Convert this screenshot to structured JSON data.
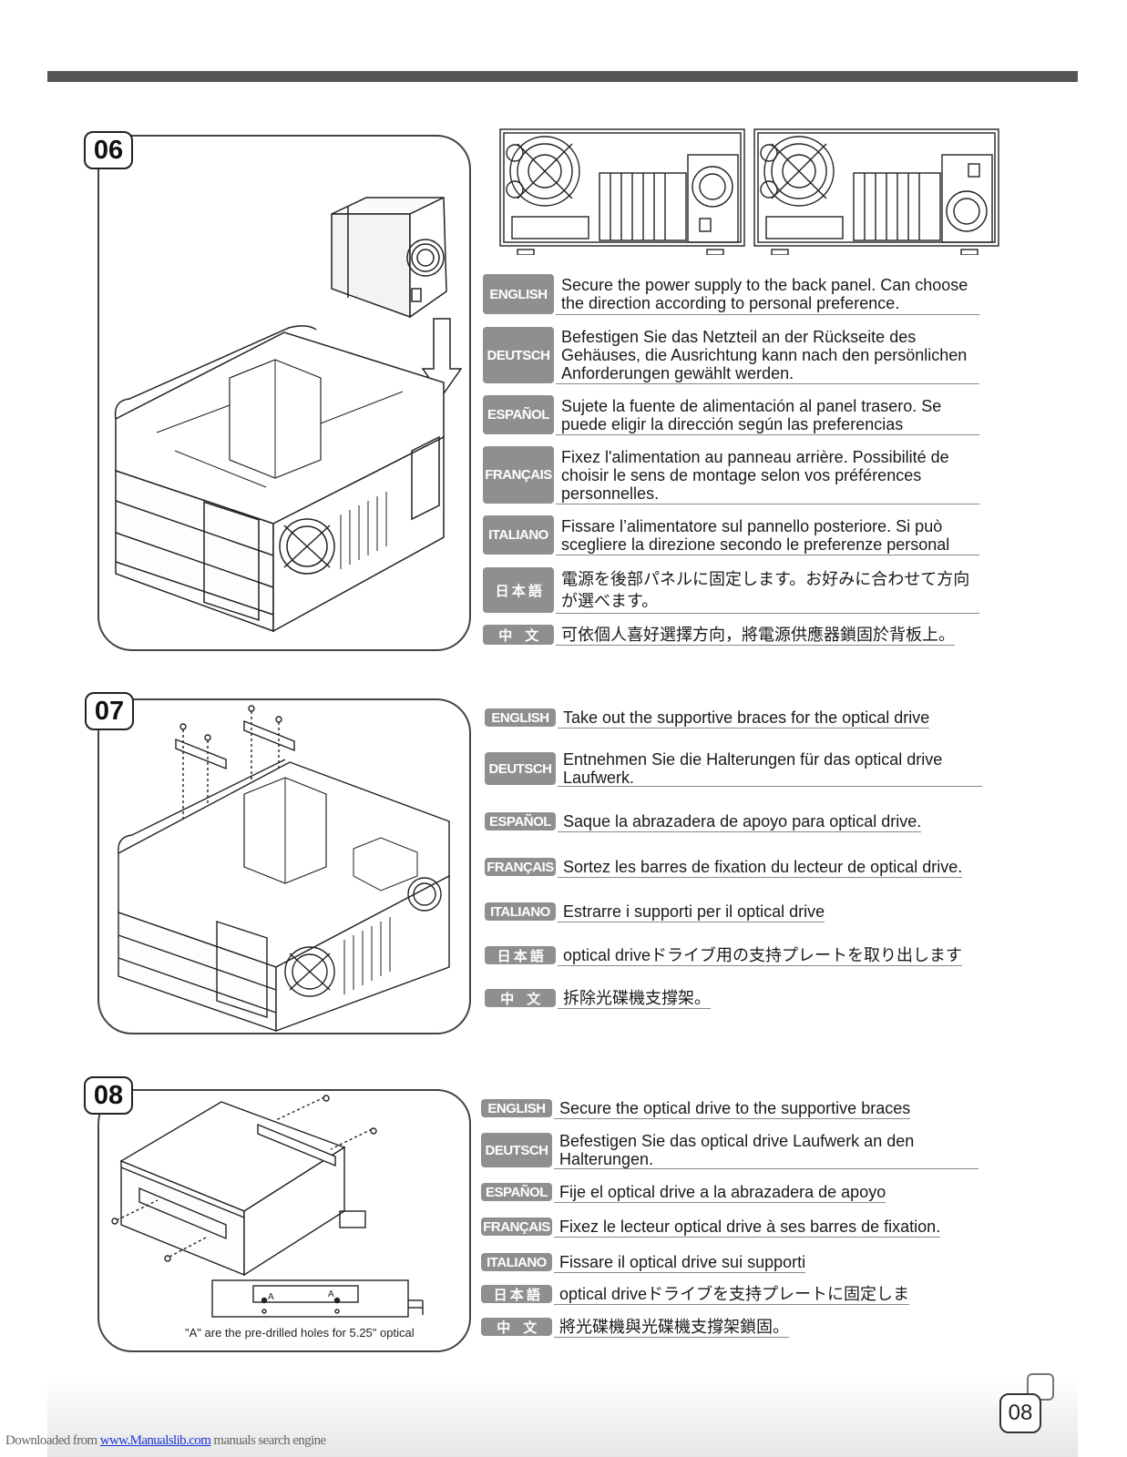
{
  "steps": [
    {
      "number": "06",
      "rows": [
        {
          "lang": "ENGLISH",
          "text": "Secure the power supply to the back panel.  Can choose the direction according to personal preference."
        },
        {
          "lang": "DEUTSCH",
          "text": "Befestigen Sie das Netzteil an der Rückseite des Gehäuses, die Ausrichtung kann nach den persönlichen Anforderungen gewählt werden."
        },
        {
          "lang": "ESPAÑOL",
          "text": "Sujete la fuente de alimentación al panel trasero.  Se puede eligir la dirección según las preferencias"
        },
        {
          "lang": "FRANÇAIS",
          "text": "Fixez l'alimentation au panneau arrière.  Possibilité de choisir le sens de montage selon vos préférences personnelles."
        },
        {
          "lang": "ITALIANO",
          "text": "Fissare l’alimentatore sul pannello posteriore.  Si può scegliere la direzione secondo le preferenze personal"
        },
        {
          "lang": "日 本 語",
          "text": "電源を後部パネルに固定します。お好みに合わせて方向が選べます。"
        },
        {
          "lang": "中　文",
          "text": "可依個人喜好選擇方向，將電源供應器鎖固於背板上。"
        }
      ]
    },
    {
      "number": "07",
      "rows": [
        {
          "lang": "ENGLISH",
          "text": "Take out the supportive braces for the optical drive"
        },
        {
          "lang": "DEUTSCH",
          "text": "Entnehmen Sie die Halterungen für das optical drive Laufwerk."
        },
        {
          "lang": "ESPAÑOL",
          "text": "Saque la abrazadera de apoyo para optical drive."
        },
        {
          "lang": "FRANÇAIS",
          "text": "Sortez les barres de fixation du lecteur de optical drive."
        },
        {
          "lang": "ITALIANO",
          "text": "Estrarre i supporti per il optical drive"
        },
        {
          "lang": "日 本 語",
          "text": "optical driveドライブ用の支持プレートを取り出します"
        },
        {
          "lang": "中　文",
          "text": "拆除光碟機支撐架。"
        }
      ]
    },
    {
      "number": "08",
      "caption": "\"A\" are the pre-drilled holes for 5.25\" optical",
      "rows": [
        {
          "lang": "ENGLISH",
          "text": "Secure the optical drive to the supportive braces"
        },
        {
          "lang": "DEUTSCH",
          "text": "Befestigen Sie das optical drive Laufwerk an den Halterungen."
        },
        {
          "lang": "ESPAÑOL",
          "text": "Fije el optical drive a la abrazadera de apoyo"
        },
        {
          "lang": "FRANÇAIS",
          "text": "Fixez le lecteur optical drive à ses barres de fixation."
        },
        {
          "lang": "ITALIANO",
          "text": "Fissare il optical drive sui supporti"
        },
        {
          "lang": "日 本 語",
          "text": "optical driveドライブを支持プレートに固定しま"
        },
        {
          "lang": "中　文",
          "text": "將光碟機與光碟機支撐架鎖固。"
        }
      ]
    }
  ],
  "hole_label": "A",
  "page_number": "08",
  "footer": {
    "prefix": "Downloaded from ",
    "link": "www.Manualslib.com",
    "suffix": "  manuals search engine"
  }
}
